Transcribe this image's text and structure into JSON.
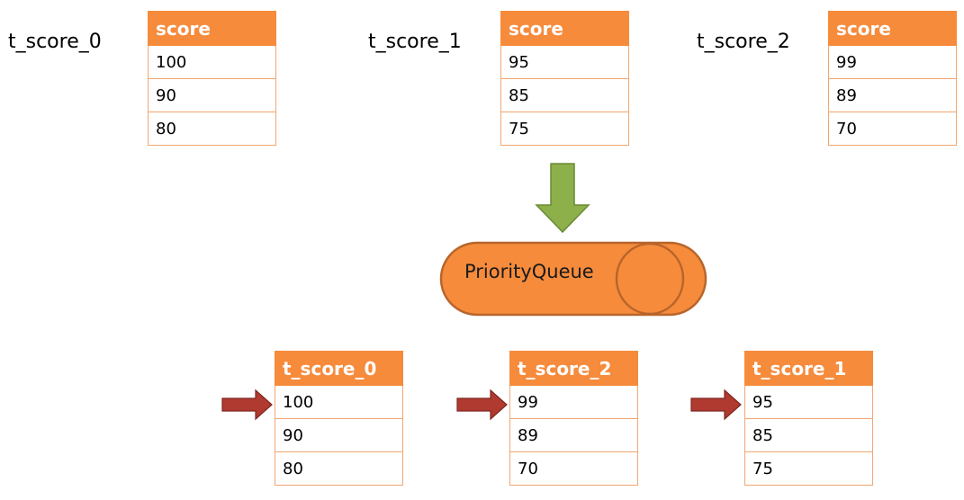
{
  "top_tables": [
    {
      "label": "t_score_0",
      "header": "score",
      "rows": [
        "100",
        "90",
        "80"
      ]
    },
    {
      "label": "t_score_1",
      "header": "score",
      "rows": [
        "95",
        "85",
        "75"
      ]
    },
    {
      "label": "t_score_2",
      "header": "score",
      "rows": [
        "99",
        "89",
        "70"
      ]
    }
  ],
  "priority_queue": {
    "label": "PriorityQueue"
  },
  "bottom_tables": [
    {
      "header": "t_score_0",
      "rows": [
        "100",
        "90",
        "80"
      ]
    },
    {
      "header": "t_score_2",
      "rows": [
        "99",
        "89",
        "70"
      ]
    },
    {
      "header": "t_score_1",
      "rows": [
        "95",
        "85",
        "75"
      ]
    }
  ],
  "colors": {
    "table_header": "#f68b3c",
    "table_border": "#f3a671",
    "queue_fill": "#f68b3c",
    "queue_stroke": "#c2682a",
    "down_arrow": "#8db04b",
    "pointer_arrow": "#b03a30"
  }
}
